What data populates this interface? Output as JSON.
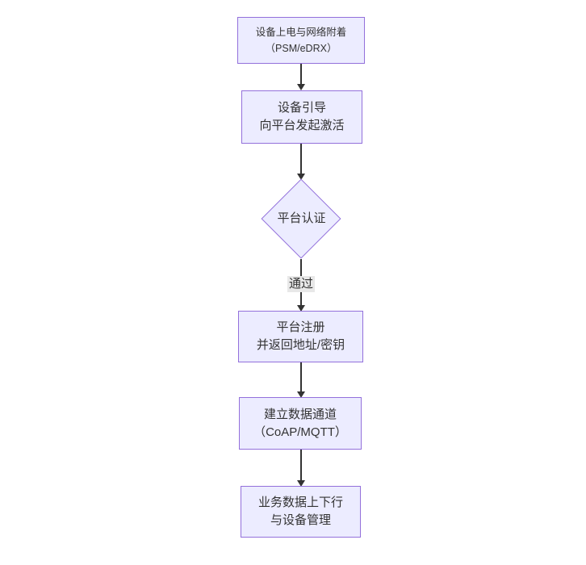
{
  "diagram": {
    "type": "flowchart-top-down",
    "colors": {
      "background": "#ffffff",
      "node_fill": "#ECECFF",
      "node_border": "#9370DB",
      "text_color": "#333333",
      "edge_color": "#333333",
      "edge_label_bg": "#e8e8e8"
    }
  },
  "nodes": {
    "power": {
      "line1": "设备上电与网络附着",
      "line2": "（PSM/eDRX）"
    },
    "bootstrap": {
      "line1": "设备引导",
      "line2": "向平台发起激活"
    },
    "auth": {
      "line1": "平台认证"
    },
    "register": {
      "line1": "平台注册",
      "line2": "并返回地址/密钥"
    },
    "channel": {
      "line1": "建立数据通道",
      "line2": "（CoAP/MQTT）"
    },
    "business": {
      "line1": "业务数据上下行",
      "line2": "与设备管理"
    }
  },
  "edges": {
    "pass_label": "通过"
  }
}
